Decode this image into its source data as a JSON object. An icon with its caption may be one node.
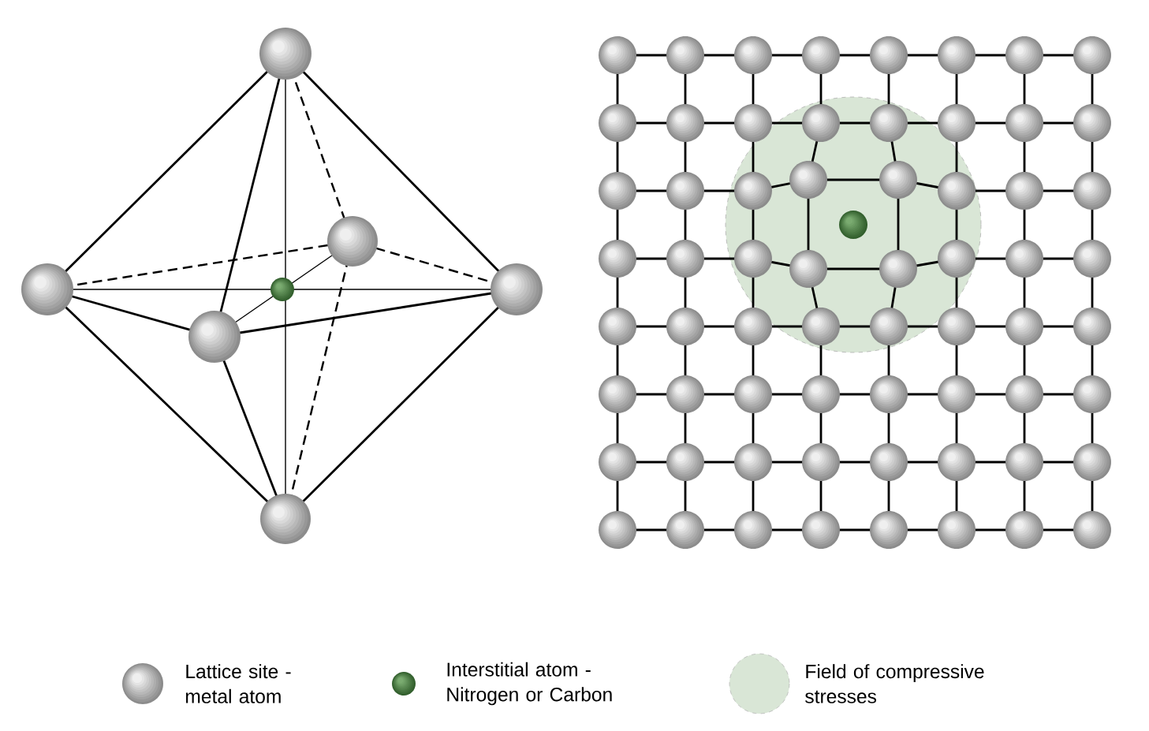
{
  "diagram": {
    "legend": [
      {
        "text": "Lattice site - metal atom"
      },
      {
        "text": "Interstitial atom - Nitrogen or Carbon"
      },
      {
        "text": "Field of compressive stresses",
        "color": "#d9e6d6"
      }
    ]
  }
}
